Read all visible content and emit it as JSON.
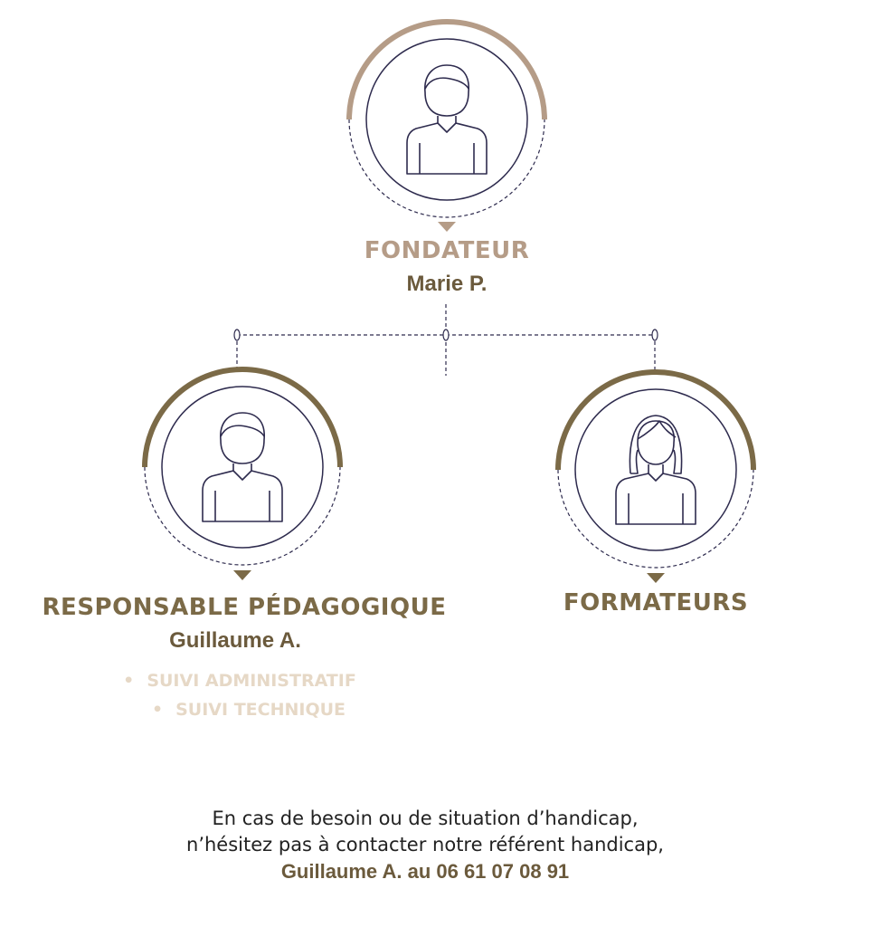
{
  "colors": {
    "founder_accent": "#b59c87",
    "team_accent": "#7b6a47",
    "navy_line": "#2e2b4e",
    "bullet_text": "#e6d8c6",
    "name_text": "#6b5a3c"
  },
  "nodes": {
    "founder": {
      "role": "FONDATEUR",
      "name": "Marie P.",
      "icon": "man-avatar-icon"
    },
    "pedagogical": {
      "role": "RESPONSABLE PÉDAGOGIQUE",
      "name": "Guillaume A.",
      "icon": "man-avatar-icon",
      "duties": [
        "SUIVI ADMINISTRATIF",
        "SUIVI TECHNIQUE"
      ]
    },
    "trainers": {
      "role": "FORMATEURS",
      "icon": "woman-avatar-icon"
    }
  },
  "note": {
    "line1": "En cas de besoin ou de situation d’handicap,",
    "line2": "n’hésitez pas à contacter notre référent handicap,",
    "contact": "Guillaume A. au 06 61 07 08 91"
  }
}
